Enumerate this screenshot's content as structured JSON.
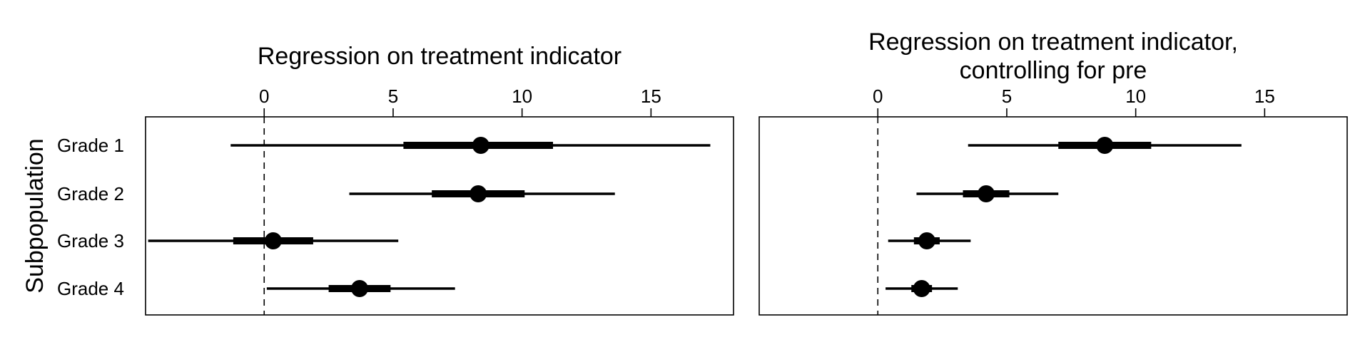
{
  "ylabel": "Subpopulation",
  "chart_data": [
    {
      "type": "interval",
      "title": [
        "Regression on treatment indicator"
      ],
      "xticks": [
        0,
        5,
        10,
        15
      ],
      "xlim": [
        -4.6,
        18.2
      ],
      "reference_line": 0,
      "categories": [
        "Grade 1",
        "Grade 2",
        "Grade 3",
        "Grade 4"
      ],
      "estimates": [
        8.4,
        8.3,
        0.35,
        3.7
      ],
      "inner_interval": [
        [
          5.4,
          11.2
        ],
        [
          6.5,
          10.1
        ],
        [
          -1.2,
          1.9
        ],
        [
          2.5,
          4.9
        ]
      ],
      "outer_interval": [
        [
          -1.3,
          17.3
        ],
        [
          3.3,
          13.6
        ],
        [
          -4.5,
          5.2
        ],
        [
          0.1,
          7.4
        ]
      ]
    },
    {
      "type": "interval",
      "title": [
        "Regression on treatment indicator,",
        "controlling for pre"
      ],
      "xticks": [
        0,
        5,
        10,
        15
      ],
      "xlim": [
        -4.6,
        18.2
      ],
      "reference_line": 0,
      "categories": [
        "Grade 1",
        "Grade 2",
        "Grade 3",
        "Grade 4"
      ],
      "estimates": [
        8.8,
        4.2,
        1.9,
        1.7
      ],
      "inner_interval": [
        [
          7.0,
          10.6
        ],
        [
          3.3,
          5.1
        ],
        [
          1.4,
          2.4
        ],
        [
          1.3,
          2.1
        ]
      ],
      "outer_interval": [
        [
          3.5,
          14.1
        ],
        [
          1.5,
          7.0
        ],
        [
          0.4,
          3.6
        ],
        [
          0.3,
          3.1
        ]
      ]
    }
  ]
}
